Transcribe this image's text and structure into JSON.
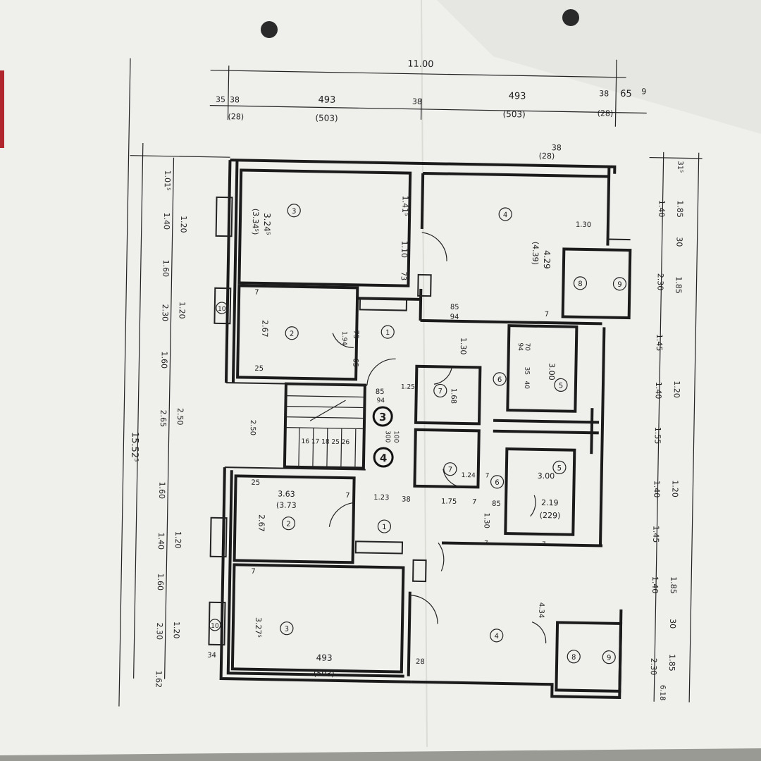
{
  "colors": {
    "paper": "#efefec",
    "paper_shade": "#e3e3df",
    "ink": "#1e1e1e",
    "desk": "#9a9a94",
    "tab_red": "#b0262c"
  },
  "top_dims": {
    "overall": "11.00",
    "seg_35": "35",
    "seg_38a": "38",
    "seg_28a": "(28)",
    "room_a": "493",
    "room_a_alt": "(503)",
    "seg_38b": "38",
    "room_b": "493",
    "room_b_alt": "(503)",
    "seg_38c": "38",
    "seg_28b": "(28)",
    "seg_65": "65",
    "seg_9": "9",
    "seg_38d": "38",
    "seg_28c": "(28)"
  },
  "left_dims": {
    "overall": "15.52⁵",
    "a1": "1.01⁵",
    "a2": "1.40",
    "a3": "1.60",
    "a4": "2.30",
    "a5": "1.60",
    "a6": "2.65",
    "a7": "1.60",
    "a8": "1.40",
    "a9": "1.60",
    "a10": "2.30",
    "a11": "1.62",
    "b1": "1.20",
    "b2": "1.20",
    "b3": "2.50",
    "b4": "1.20",
    "b5": "1.20"
  },
  "right_dims": {
    "a1": "1.40",
    "a2": "2.30",
    "a3": "1.45",
    "a4": "1.40",
    "a5": "1.55",
    "a6": "1.40",
    "a7": "1.45",
    "a8": "1.40",
    "a9": "2.30",
    "b1": "1.85",
    "b2": "30",
    "b3": "1.85",
    "b4": "1.20",
    "b5": "1.20",
    "b6": "1.85",
    "b7": "30",
    "b8": "1.85",
    "b9": "6.18",
    "b10": "31⁵"
  },
  "rooms": {
    "r3_top": "3",
    "r4_top": "4",
    "r2_top": "2",
    "r1_top": "1",
    "r8_top": "8",
    "r9_top": "9",
    "r10_top": "10",
    "r6_top": "6",
    "r5_top": "5",
    "r7_top": "7",
    "r7_bot": "7",
    "r6_bot": "6",
    "r5_bot": "5",
    "r1_bot": "1",
    "r2_bot": "2",
    "r3_bot": "3",
    "r4_bot": "4",
    "r8_bot": "8",
    "r9_bot": "9",
    "r10_bot": "10",
    "stair_a": "3",
    "stair_b": "4"
  },
  "interior_dims": {
    "d_324": "3.24⁵",
    "d_3345": "(3.34⁵)",
    "d_1415": "1.41⁵",
    "d_110": "1.10",
    "d_73": "73",
    "d_267a": "2.67",
    "d_7a": "7",
    "d_25a": "25",
    "d_194": "1.94",
    "d_75": "75",
    "d_65": "65",
    "d_85a": "85",
    "d_94": "94",
    "d_130a": "1.30",
    "d_429": "4.29",
    "d_439": "(4.39)",
    "d_130b": "1.30",
    "d_7b": "7",
    "d_70": "70",
    "d_94b": "94",
    "d_35": "35",
    "d_40": "40",
    "d_300a": "3.00",
    "d_168": "1.68",
    "d_125": "1.25",
    "d_85b": "85",
    "d_94c": "94",
    "d_100": "100",
    "d_300b": "300",
    "d_250": "2.50",
    "d_steps": "16 17 18 25 26",
    "d_363": "3.63",
    "d_373": "(3.73",
    "d_267b": "2.67",
    "d_25b": "25",
    "d_7c": "7",
    "d_123": "1.23",
    "d_38": "38",
    "d_175": "1.75",
    "d_7d": "7",
    "d_85c": "85",
    "d_130c": "1.30",
    "d_219": "2.19",
    "d_229": "(229)",
    "d_300c": "3.00",
    "d_124": "1.24",
    "d_7e": "7",
    "d_279": "3.27⁵",
    "d_7f": "7",
    "d_493": "493",
    "d_503": "(503)",
    "d_28": "28",
    "d_434": "4.34",
    "d_34": "34",
    "d_7g": "7",
    "d_7h": "7"
  }
}
